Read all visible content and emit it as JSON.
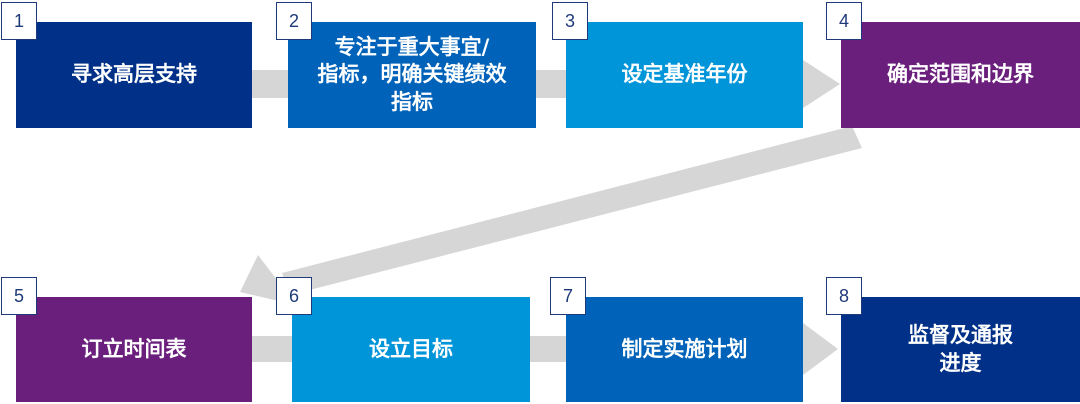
{
  "steps": [
    {
      "number": "1",
      "label": "寻求高层支持",
      "color": "#003087"
    },
    {
      "number": "2",
      "label": "专注于重大事宜/\n指标，明确关键绩效\n指标",
      "color": "#0062b8"
    },
    {
      "number": "3",
      "label": "设定基准年份",
      "color": "#0095d9"
    },
    {
      "number": "4",
      "label": "确定范围和边界",
      "color": "#6b1f7c"
    },
    {
      "number": "5",
      "label": "订立时间表",
      "color": "#6b1f7c"
    },
    {
      "number": "6",
      "label": "设立目标",
      "color": "#0095d9"
    },
    {
      "number": "7",
      "label": "制定实施计划",
      "color": "#0062b8"
    },
    {
      "number": "8",
      "label": "监督及通报\n进度",
      "color": "#003087"
    }
  ],
  "connector_color": "#d6d6d6"
}
